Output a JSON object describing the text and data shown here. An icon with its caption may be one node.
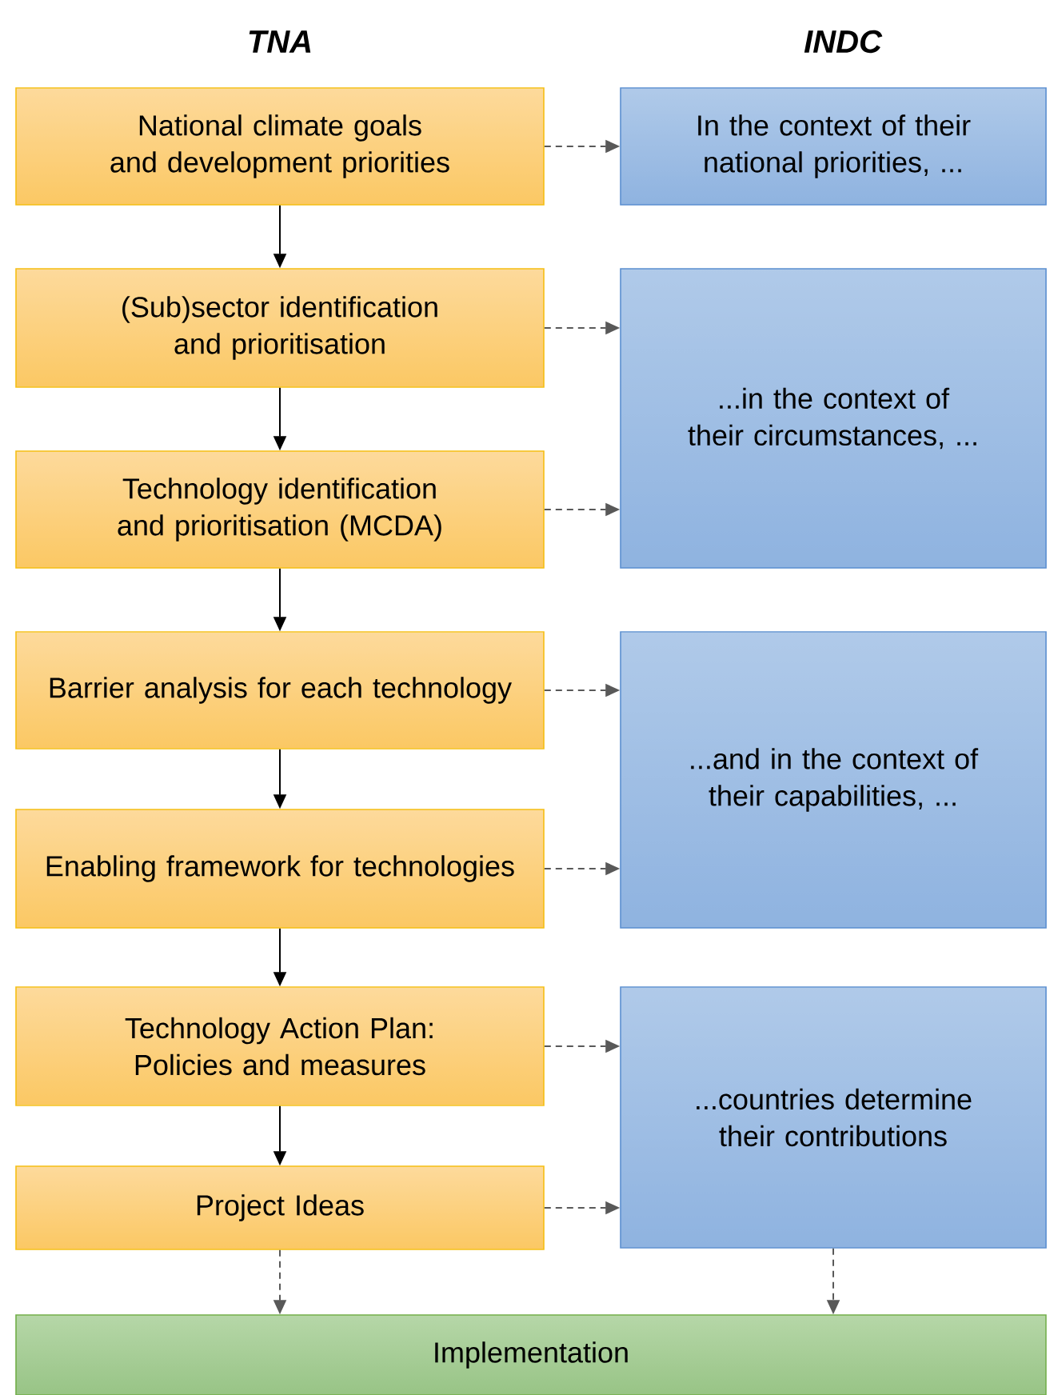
{
  "diagram": {
    "nodes": [
      {
        "text": [
          "National climate goals and development priorities"
        ]
      },
      {
        "text": [
          "(Sub)sector identification and prioritisation"
        ]
      },
      {
        "text": [
          "Technology identification and prioritisation (MCDA)"
        ]
      },
      {
        "text": [
          "Barrier analysis for each technology"
        ]
      },
      {
        "text": [
          "Enabling framework for technologies"
        ]
      },
      {
        "text": [
          "Technology Action Plan: Policies and measures"
        ]
      },
      {
        "text": [
          "Project Ideas"
        ]
      },
      {
        "text": [
          "In the context of their national priorities, ..."
        ]
      },
      {
        "text": [
          "...in the context of their circumstances, ..."
        ]
      },
      {
        "text": [
          "...and in the context of their capabilities, ..."
        ]
      },
      {
        "text": [
          "...countries determine their contributions"
        ]
      },
      {
        "text": [
          "Implementation"
        ]
      }
    ],
    "edges": [
      {
        "from": 0,
        "to": 1,
        "arrow": "to"
      },
      {
        "from": 1,
        "to": 2,
        "arrow": "to"
      },
      {
        "from": 2,
        "to": 3,
        "arrow": "to"
      },
      {
        "from": 3,
        "to": 4,
        "arrow": "to"
      },
      {
        "from": 4,
        "to": 5,
        "arrow": "to"
      },
      {
        "from": 5,
        "to": 6,
        "arrow": "to"
      },
      {
        "from": 0,
        "to": 7,
        "arrow": "to",
        "style": "dashed",
        "color": "#595959"
      },
      {
        "from": 1,
        "to": 8,
        "arrow": "to",
        "style": "dashed",
        "color": "#595959"
      },
      {
        "from": 2,
        "to": 8,
        "arrow": "to",
        "style": "dashed",
        "color": "#595959"
      },
      {
        "from": 3,
        "to": 9,
        "arrow": "to",
        "style": "dashed",
        "color": "#595959"
      },
      {
        "from": 4,
        "to": 9,
        "arrow": "to",
        "style": "dashed",
        "color": "#595959"
      },
      {
        "from": 5,
        "to": 10,
        "arrow": "to",
        "style": "dashed",
        "color": "#595959"
      },
      {
        "from": 6,
        "to": 10,
        "arrow": "to",
        "style": "dashed",
        "color": "#595959"
      },
      {
        "from": 6,
        "to": 11,
        "arrow": "to",
        "style": "dashed",
        "color": "#595959"
      },
      {
        "from": 10,
        "to": 11,
        "arrow": "to",
        "style": "dashed",
        "color": "#595959"
      }
    ],
    "labels": [
      "TNA",
      "INDC"
    ]
  }
}
